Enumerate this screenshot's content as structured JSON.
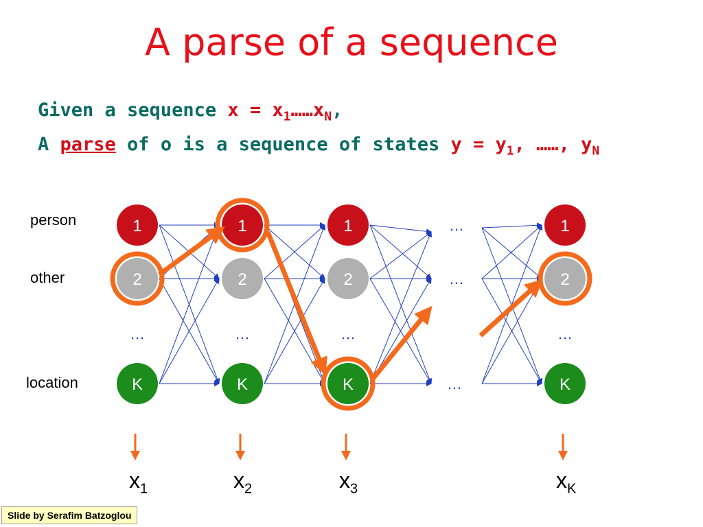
{
  "title": "A parse of a sequence",
  "line1": {
    "pre": "Given a sequence ",
    "x_eq": "x = x",
    "sub1": "1",
    "dots": "……x",
    "subN": "N",
    "comma": ","
  },
  "line2": {
    "a": "A ",
    "parse": "parse",
    "mid": " of o is a sequence of states ",
    "y_eq": "y = y",
    "sub1": "1",
    "rest": ", ……, y",
    "subN": "N"
  },
  "row_labels": [
    "person",
    "other",
    "location"
  ],
  "nodes": {
    "state1": "1",
    "state2": "2",
    "stateK": "K",
    "ellipsis": "…"
  },
  "observations": [
    {
      "base": "x",
      "sub": "1"
    },
    {
      "base": "x",
      "sub": "2"
    },
    {
      "base": "x",
      "sub": "3"
    },
    {
      "base": "x",
      "sub": "K"
    }
  ],
  "colors": {
    "title": "#e8101a",
    "text": "#0b6b63",
    "state1": "#c8101a",
    "state2": "#b0b0b0",
    "stateK": "#1c8c1c",
    "edge": "#1f3fbf",
    "path": "#f46a1c"
  },
  "credit": "Slide by Serafim Batzoglou"
}
